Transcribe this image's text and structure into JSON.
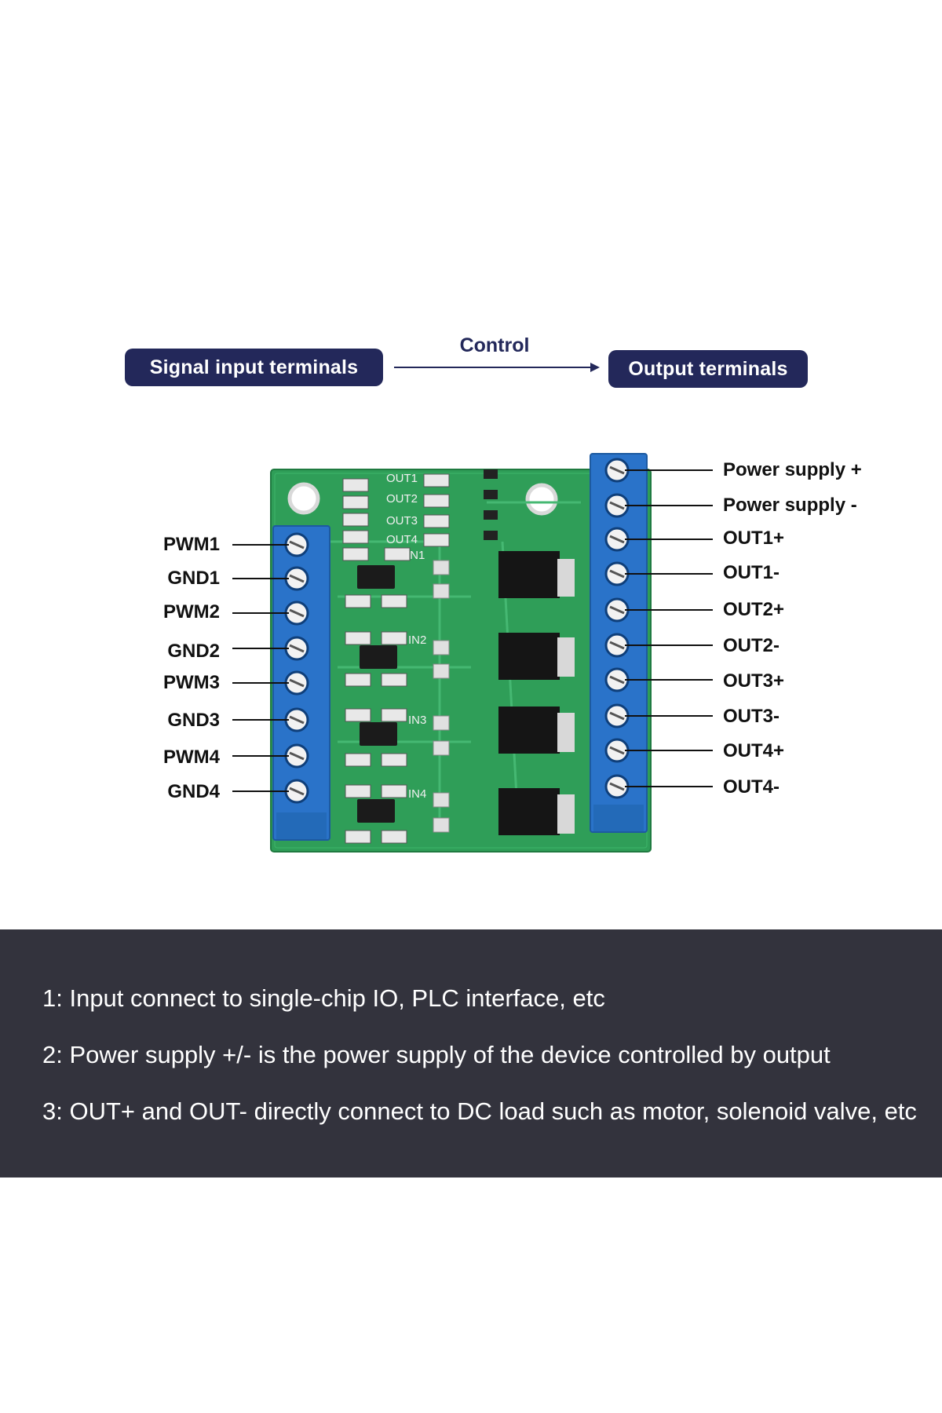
{
  "header": {
    "signal_input_label": "Signal input terminals",
    "control_label": "Control",
    "output_label": "Output terminals"
  },
  "left_terminals": [
    "PWM1",
    "GND1",
    "PWM2",
    "GND2",
    "PWM3",
    "GND3",
    "PWM4",
    "GND4"
  ],
  "right_terminals": [
    "Power supply +",
    "Power supply -",
    "OUT1+",
    "OUT1-",
    "OUT2+",
    "OUT2-",
    "OUT3+",
    "OUT3-",
    "OUT4+",
    "OUT4-"
  ],
  "board_silkscreen": {
    "led_labels": [
      "OUT1",
      "OUT2",
      "OUT3",
      "OUT4"
    ],
    "input_labels": [
      "IN1",
      "IN2",
      "IN3",
      "IN4"
    ]
  },
  "notes": [
    "1: Input connect to single-chip IO, PLC interface, etc",
    "2: Power supply +/- is the power supply of the device controlled by output",
    "3: OUT+ and OUT- directly connect to DC load such as motor, solenoid valve, etc"
  ],
  "colors": {
    "header_pill": "#23285a",
    "pcb_green": "#2f9e58",
    "terminal_blue": "#2a73c9",
    "notes_background": "#33333d"
  }
}
